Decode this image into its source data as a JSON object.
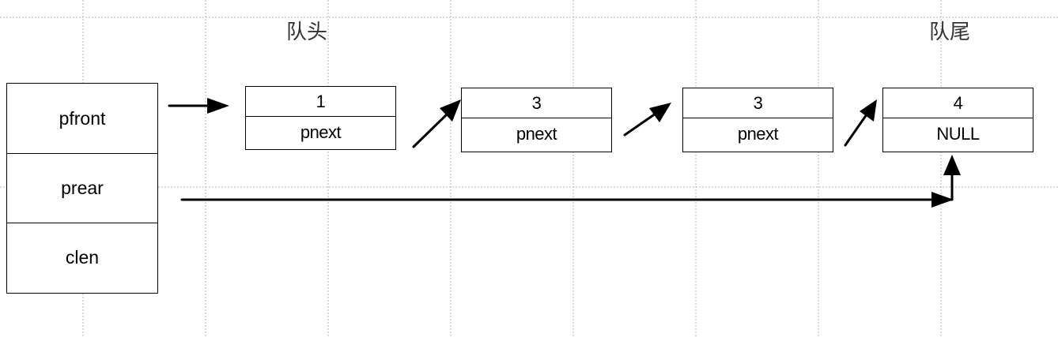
{
  "labels": {
    "head": "队头",
    "tail": "队尾"
  },
  "queue_struct": {
    "fields": [
      "pfront",
      "prear",
      "clen"
    ]
  },
  "nodes": [
    {
      "data": "1",
      "next": "pnext"
    },
    {
      "data": "3",
      "next": "pnext"
    },
    {
      "data": "3",
      "next": "pnext"
    },
    {
      "data": "4",
      "next": "NULL"
    }
  ],
  "colors": {
    "line": "#000000",
    "grid": "#b5b5b5",
    "background": "#ffffff"
  }
}
